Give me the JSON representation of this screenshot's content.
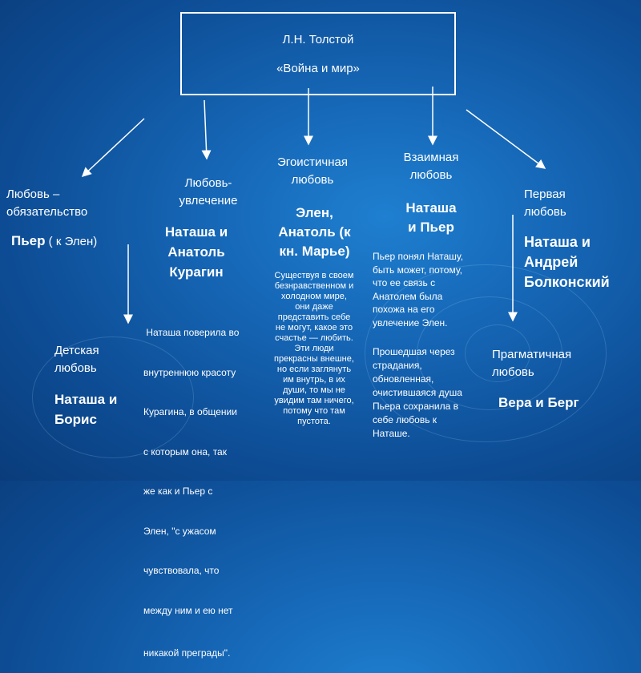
{
  "title": {
    "author": "Л.Н. Толстой",
    "work": "«Война и мир»"
  },
  "categories": {
    "duty": {
      "label_line1": "Любовь –",
      "label_line2": "обязательство",
      "pair_bold": "Пьер",
      "pair_rest": " ( к Элен)"
    },
    "infatuation": {
      "label_line1": "Любовь-",
      "label_line2": "увлечение",
      "pair_line1": "Наташа и",
      "pair_line2": "Анатоль",
      "pair_line3": "Курагин",
      "quote_lines": [
        " Наташа поверила во",
        "внутреннюю красоту",
        "Курагина, в общении",
        "с которым она, так",
        "же как и Пьер с",
        "Элен, \"с ужасом",
        "чувствовала, что",
        "между ним и ею нет",
        "никакой преграды\"."
      ]
    },
    "egoistic": {
      "label_line1": "Эгоистичная",
      "label_line2": "любовь",
      "pair_line1": "Элен,",
      "pair_line2": "Анатоль (к",
      "pair_line3": "кн. Марье)",
      "quote_lines": [
        "Существуя в своем",
        "безнравственном и",
        "холодном мире,",
        "они даже",
        "представить себе",
        "не могут, какое это",
        "счастье — любить.",
        "Эти люди",
        "прекрасны внешне,",
        "но если заглянуть",
        "им внутрь, в их",
        "души, то мы не",
        "увидим там ничего,",
        "потому что там",
        "пустота."
      ]
    },
    "mutual": {
      "label_line1": "Взаимная",
      "label_line2": "любовь",
      "pair_line1": "Наташа",
      "pair_line2": "и Пьер",
      "quote1_lines": [
        "Пьер понял Наташу,",
        "быть может, потому,",
        "что ее связь с",
        "Анатолем была",
        "похожа на его",
        "увлечение Элен."
      ],
      "quote2_lines": [
        "Прошедшая через",
        "страдания,",
        "обновленная,",
        "очистившаяся душа",
        "Пьера сохранила в",
        "себе любовь к",
        "Наташе."
      ]
    },
    "first": {
      "label_line1": "Первая",
      "label_line2": "любовь",
      "pair_line1": "Наташа и",
      "pair_line2": "Андрей",
      "pair_line3": "Болконский"
    },
    "childhood": {
      "label_line1": "Детская",
      "label_line2": "любовь",
      "pair_line1": "Наташа и",
      "pair_line2": "Борис"
    },
    "pragmatic": {
      "label_line1": "Прагматичная",
      "label_line2": "любовь",
      "pair": "Вера и Берг"
    }
  }
}
